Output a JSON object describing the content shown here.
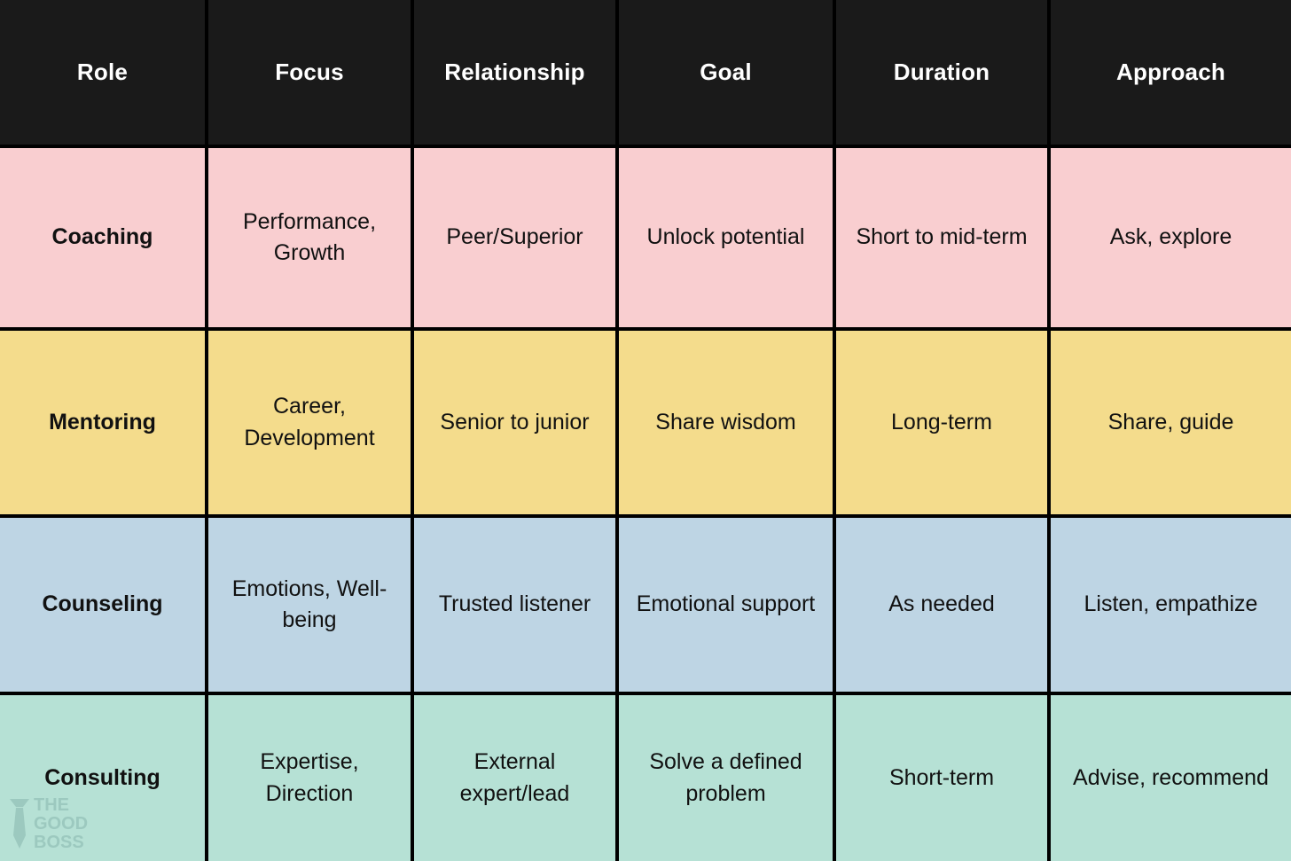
{
  "table": {
    "columns": [
      {
        "key": "role",
        "label": "Role"
      },
      {
        "key": "focus",
        "label": "Focus"
      },
      {
        "key": "relationship",
        "label": "Relationship"
      },
      {
        "key": "goal",
        "label": "Goal"
      },
      {
        "key": "duration",
        "label": "Duration"
      },
      {
        "key": "approach",
        "label": "Approach"
      }
    ],
    "rows": [
      {
        "role": "Coaching",
        "focus": "Performance, Growth",
        "relationship": "Peer/Superior",
        "goal": "Unlock potential",
        "duration": "Short to mid-term",
        "approach": "Ask, explore",
        "color": "#F9CED0"
      },
      {
        "role": "Mentoring",
        "focus": "Career, Development",
        "relationship": "Senior to junior",
        "goal": "Share wisdom",
        "duration": "Long-term",
        "approach": "Share, guide",
        "color": "#F4DC8C"
      },
      {
        "role": "Counseling",
        "focus": "Emotions, Well-being",
        "relationship": "Trusted listener",
        "goal": "Emotional support",
        "duration": "As needed",
        "approach": "Listen, empathize",
        "color": "#BED5E4"
      },
      {
        "role": "Consulting",
        "focus": "Expertise, Direction",
        "relationship": "External expert/lead",
        "goal": "Solve a defined problem",
        "duration": "Short-term",
        "approach": "Advise, recommend",
        "color": "#B6E1D5"
      }
    ]
  },
  "watermark": {
    "line1": "THE",
    "line2": "GOOD",
    "line3": "BOSS",
    "icon": "necktie-icon",
    "color": "#8FB8AE"
  },
  "colors": {
    "header_background": "#1A1A1A",
    "header_text": "#FFFFFF",
    "grid_line": "#000000",
    "body_text": "#111111",
    "row_pink": "#F9CED0",
    "row_yellow": "#F4DC8C",
    "row_blue": "#BED5E4",
    "row_mint": "#B6E1D5"
  }
}
